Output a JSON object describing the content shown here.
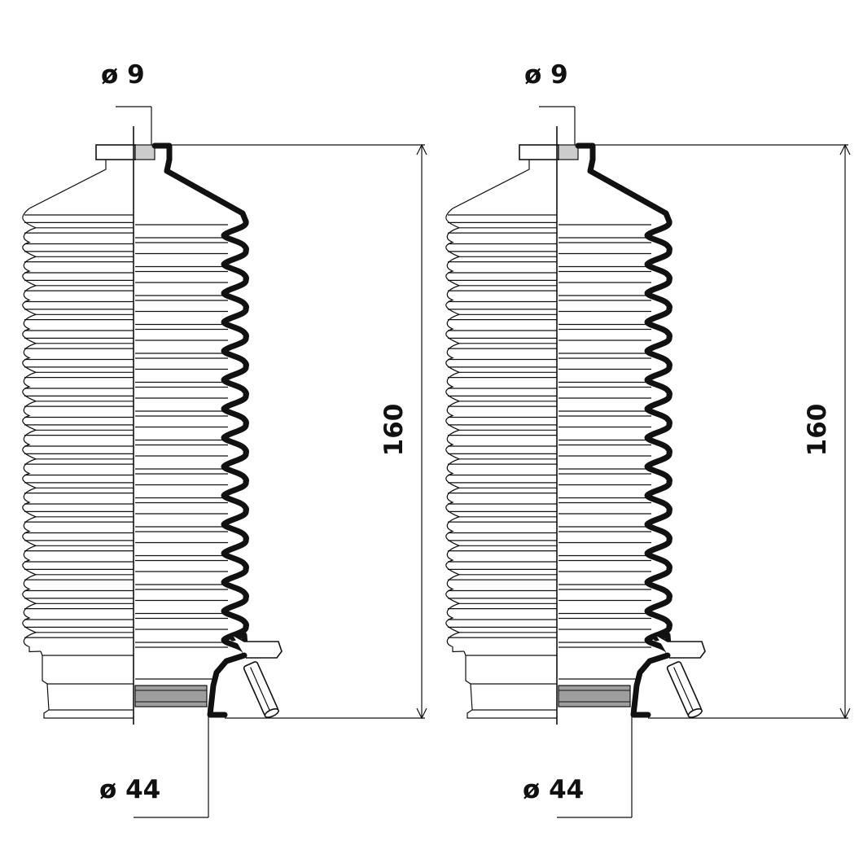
{
  "diagram": {
    "views": [
      {
        "id": "left",
        "top_diameter": "ø 9",
        "bottom_diameter": "ø 44",
        "height": "160"
      },
      {
        "id": "right",
        "top_diameter": "ø 9",
        "bottom_diameter": "ø 44",
        "height": "160"
      }
    ],
    "line_color": "#111111",
    "background": "#ffffff"
  }
}
